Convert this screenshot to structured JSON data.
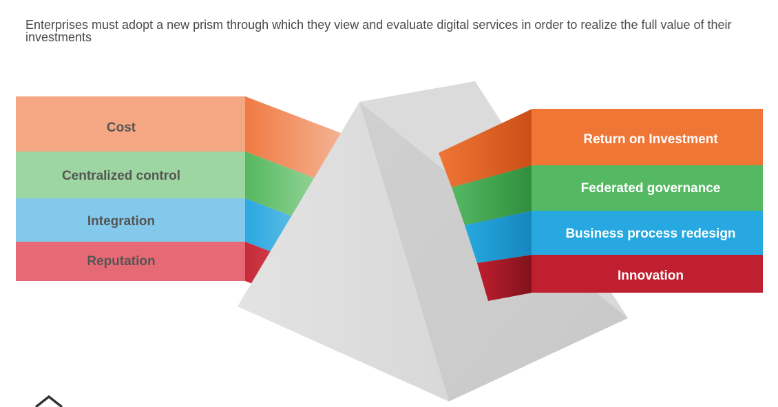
{
  "headline": "Enterprises must adopt a new prism through which they view and evaluate digital services in order to realize the full value of their investments",
  "incoming_bands": [
    {
      "label": "Cost",
      "color": "#f5a783",
      "edge_color": "#ef7a43"
    },
    {
      "label": "Centralized control",
      "color": "#9dd6a0",
      "edge_color": "#55b85f"
    },
    {
      "label": "Integration",
      "color": "#83c9ec",
      "edge_color": "#2aa8e0"
    },
    {
      "label": "Reputation",
      "color": "#e66a76",
      "edge_color": "#c62a38"
    }
  ],
  "outgoing_bands": [
    {
      "label": "Return on Investment",
      "color": "#f07636",
      "edge_color": "#c94f17"
    },
    {
      "label": "Federated governance",
      "color": "#55b863",
      "edge_color": "#2f8e3c"
    },
    {
      "label": "Business process redesign",
      "color": "#27a8e0",
      "edge_color": "#1686bd"
    },
    {
      "label": "Innovation",
      "color": "#bf1f2e",
      "edge_color": "#8e1520"
    }
  ],
  "prism_color": "#dcdcdc"
}
